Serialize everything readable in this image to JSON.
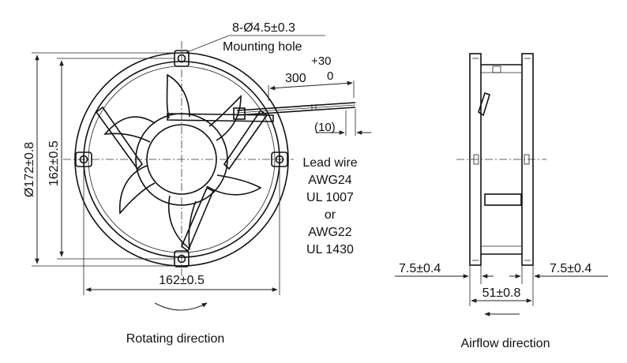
{
  "front_view": {
    "mounting_hole_spec": "8-Ø4.5±0.3",
    "mounting_hole_label": "Mounting hole",
    "tolerance_upper": "+30",
    "tolerance_lower": "0",
    "lead_length": "300",
    "strip_length": "(10)",
    "lead_wire_label": "Lead wire",
    "wire_spec_1": "AWG24",
    "wire_spec_2": "UL 1007",
    "wire_spec_or": "or",
    "wire_spec_3": "AWG22",
    "wire_spec_4": "UL 1430",
    "outer_diameter": "Ø172±0.8",
    "hole_pitch_vertical": "162±0.5",
    "hole_pitch_horizontal": "162±0.5",
    "rotating_direction_label": "Rotating direction"
  },
  "side_view": {
    "flange_left": "7.5±0.4",
    "flange_right": "7.5±0.4",
    "depth": "51±0.8",
    "airflow_direction_label": "Airflow direction"
  }
}
